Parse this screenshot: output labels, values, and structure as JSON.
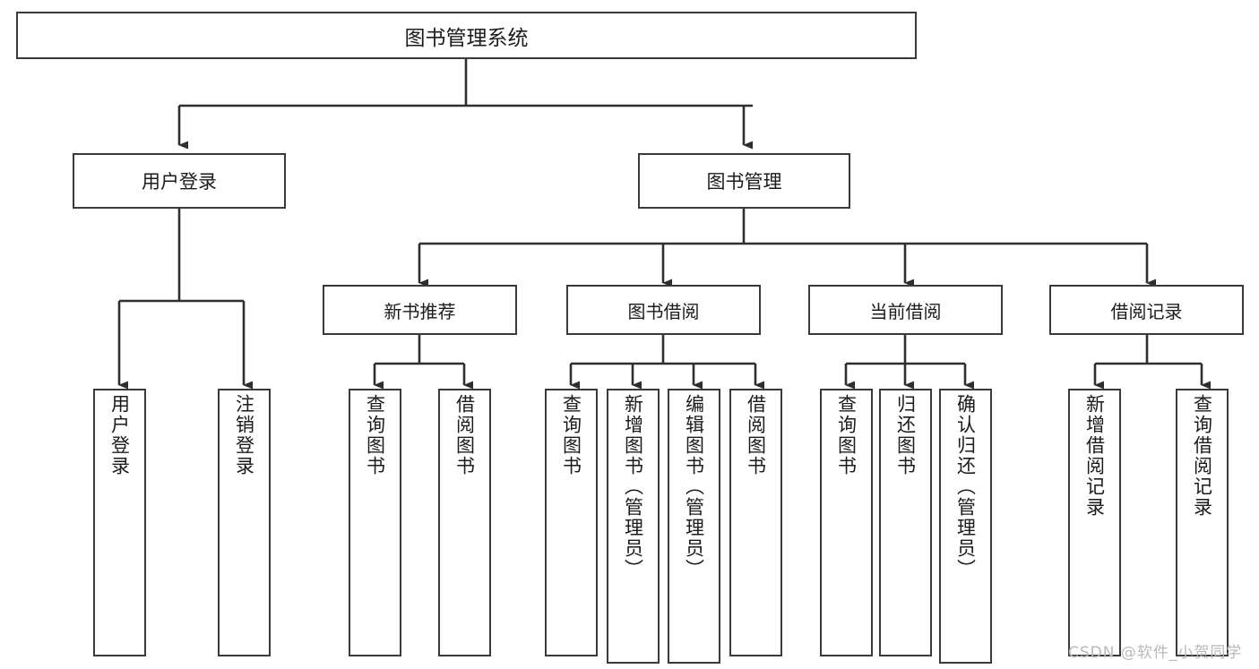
{
  "diagram": {
    "type": "tree-flowchart",
    "title": "图书管理系统",
    "watermark": "CSDN @软件_小贺同学",
    "colors": {
      "box_border": "#3a3a3a",
      "connector": "#2e2e2e",
      "background": "#ffffff",
      "text": "#1b1b1b",
      "watermark": "#b9b9b9"
    },
    "nodes": {
      "root": {
        "label": "图书管理系统"
      },
      "level1": [
        {
          "label": "用户登录"
        },
        {
          "label": "图书管理"
        }
      ],
      "level2": [
        {
          "label": "新书推荐"
        },
        {
          "label": "图书借阅"
        },
        {
          "label": "当前借阅"
        },
        {
          "label": "借阅记录"
        }
      ],
      "leaves_user_login": [
        {
          "label": "用户登录"
        },
        {
          "label": "注销登录"
        }
      ],
      "leaves_new_books": [
        {
          "label": "查询图书"
        },
        {
          "label": "借阅图书"
        }
      ],
      "leaves_borrow": [
        {
          "label": "查询图书"
        },
        {
          "label": "新增图书（管理员）"
        },
        {
          "label": "编辑图书（管理员）"
        },
        {
          "label": "借阅图书"
        }
      ],
      "leaves_current": [
        {
          "label": "查询图书"
        },
        {
          "label": "归还图书"
        },
        {
          "label": "确认归还（管理员）"
        }
      ],
      "leaves_records": [
        {
          "label": "新增借阅记录"
        },
        {
          "label": "查询借阅记录"
        }
      ]
    }
  }
}
